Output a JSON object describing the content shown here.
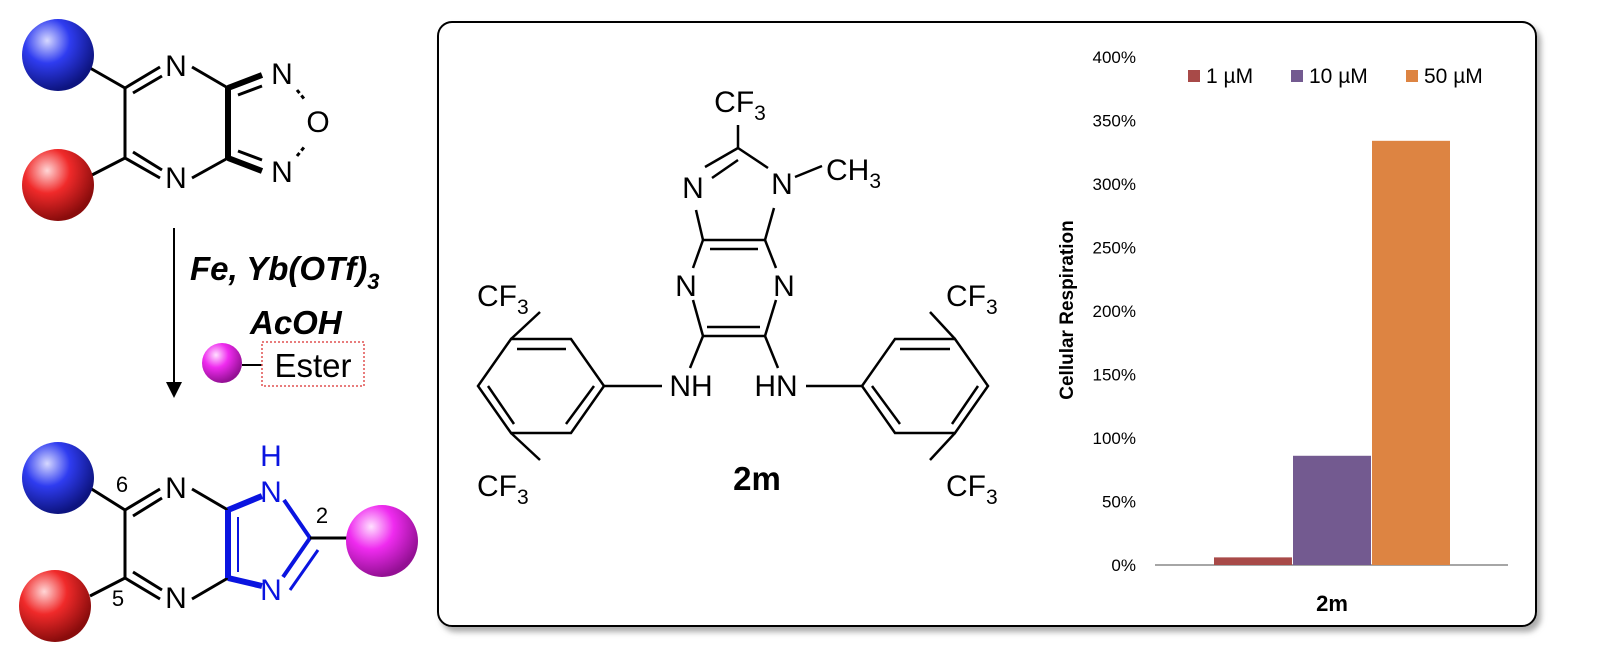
{
  "reaction": {
    "start_atoms": {
      "n1": "N",
      "n2": "N",
      "n3": "N",
      "o": "O",
      "n4": "N"
    },
    "reagent_line1": "Fe, Yb(OTf)",
    "reagent_line1_sub": "3",
    "reagent_line2": "AcOH",
    "ester_label": "Ester",
    "product_atoms": {
      "n1": "N",
      "n2": "N",
      "nh_n": "N",
      "nh_h": "H",
      "n3": "N"
    },
    "position_labels": {
      "p6": "6",
      "p5": "5",
      "p2": "2"
    },
    "colors": {
      "blue_ball": "#1f2bd6",
      "red_ball": "#e01a1a",
      "magenta_ball": "#e619e6",
      "ring_highlight": "#0a14e0",
      "ester_box": "#e05050"
    }
  },
  "compound": {
    "name": "2m",
    "cf3_main": "CF",
    "cf3_sub": "3",
    "ch3_main": "CH",
    "ch3_sub": "3",
    "n_label": "N",
    "nh_left": "NH",
    "nh_right": "HN"
  },
  "chart_data": {
    "type": "bar",
    "categories": [
      "2m"
    ],
    "series": [
      {
        "name": "1 µM",
        "values": [
          6
        ],
        "color": "#a84a48"
      },
      {
        "name": "10 µM",
        "values": [
          86
        ],
        "color": "#735a90"
      },
      {
        "name": "50 µM",
        "values": [
          334
        ],
        "color": "#dd8442"
      }
    ],
    "ylabel": "Cellular Respiration",
    "xlabel": "2m",
    "ylim": [
      0,
      400
    ],
    "y_ticks": [
      "0%",
      "50%",
      "100%",
      "150%",
      "200%",
      "250%",
      "300%",
      "350%",
      "400%"
    ],
    "grid": false,
    "legend_position": "top"
  }
}
